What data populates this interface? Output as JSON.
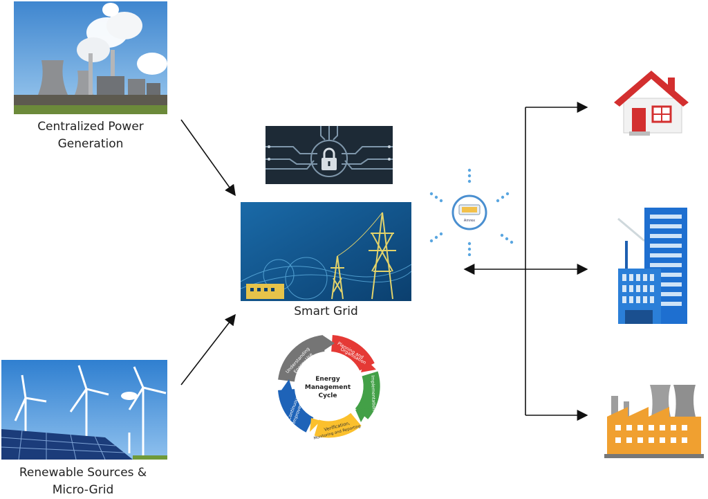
{
  "sources": {
    "centralized": {
      "line1": "Centralized Power",
      "line2": "Generation"
    },
    "renewable": {
      "line1": "Renewable Sources &",
      "line2": "Micro-Grid"
    }
  },
  "hub": {
    "label": "Smart Grid"
  },
  "cycle": {
    "center_line1": "Energy",
    "center_line2": "Management",
    "center_line3": "Cycle",
    "segments": [
      {
        "label1": "Planning and",
        "label2": "Organisation",
        "color": "#e53935"
      },
      {
        "label1": "Implementation",
        "label2": "",
        "color": "#43a047"
      },
      {
        "label1": "Verification,",
        "label2": "Monitoring and Reporting",
        "color": "#fbc02d"
      },
      {
        "label1": "Continuous",
        "label2": "Improvement",
        "color": "#1e63b8"
      },
      {
        "label1": "Understanding",
        "label2": "Energy Use",
        "color": "#757575"
      }
    ]
  },
  "meter": {
    "text": "Amrex"
  },
  "colors": {
    "sky": "#5ba7e0",
    "grid_bg": "#0b4f86",
    "chip_bg": "#1d2a36",
    "house_roof": "#d32f2f",
    "building": "#1e6fd0",
    "factory": "#f0a030"
  }
}
